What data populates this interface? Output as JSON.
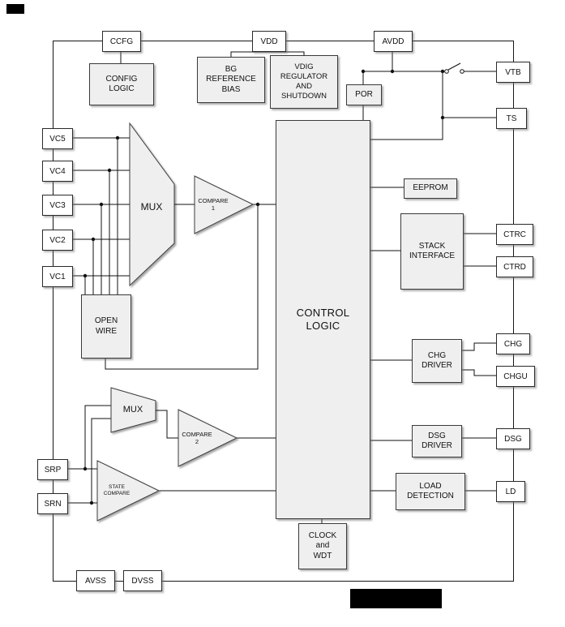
{
  "pins": {
    "ccfg": "CCFG",
    "vdd": "VDD",
    "avdd": "AVDD",
    "vc5": "VC5",
    "vc4": "VC4",
    "vc3": "VC3",
    "vc2": "VC2",
    "vc1": "VC1",
    "srp": "SRP",
    "srn": "SRN",
    "vtb": "VTB",
    "ts": "TS",
    "ctrc": "CTRC",
    "ctrd": "CTRD",
    "chg": "CHG",
    "chgu": "CHGU",
    "dsg": "DSG",
    "ld": "LD",
    "avss": "AVSS",
    "dvss": "DVSS"
  },
  "blocks": {
    "config_logic": "CONFIG\nLOGIC",
    "bg_reference_bias": "BG\nREFERENCE\nBIAS",
    "vdig_regulator": "VDIG\nREGULATOR\nAND\nSHUTDOWN",
    "por": "POR",
    "control_logic": "CONTROL\nLOGIC",
    "eeprom": "EEPROM",
    "stack_interface": "STACK\nINTERFACE",
    "chg_driver": "CHG\nDRIVER",
    "dsg_driver": "DSG\nDRIVER",
    "load_detection": "LOAD\nDETECTION",
    "open_wire": "OPEN\nWIRE",
    "clock_wdt": "CLOCK\nand\nWDT",
    "mux_top": "MUX",
    "mux_bottom": "MUX",
    "compare1": "COMPARE\n1",
    "compare2": "COMPARE\n2",
    "state_compare": "STATE\nCOMPARE"
  },
  "colors": {
    "block_fill": "#efefef",
    "wire": "#111111",
    "border": "#161616"
  }
}
